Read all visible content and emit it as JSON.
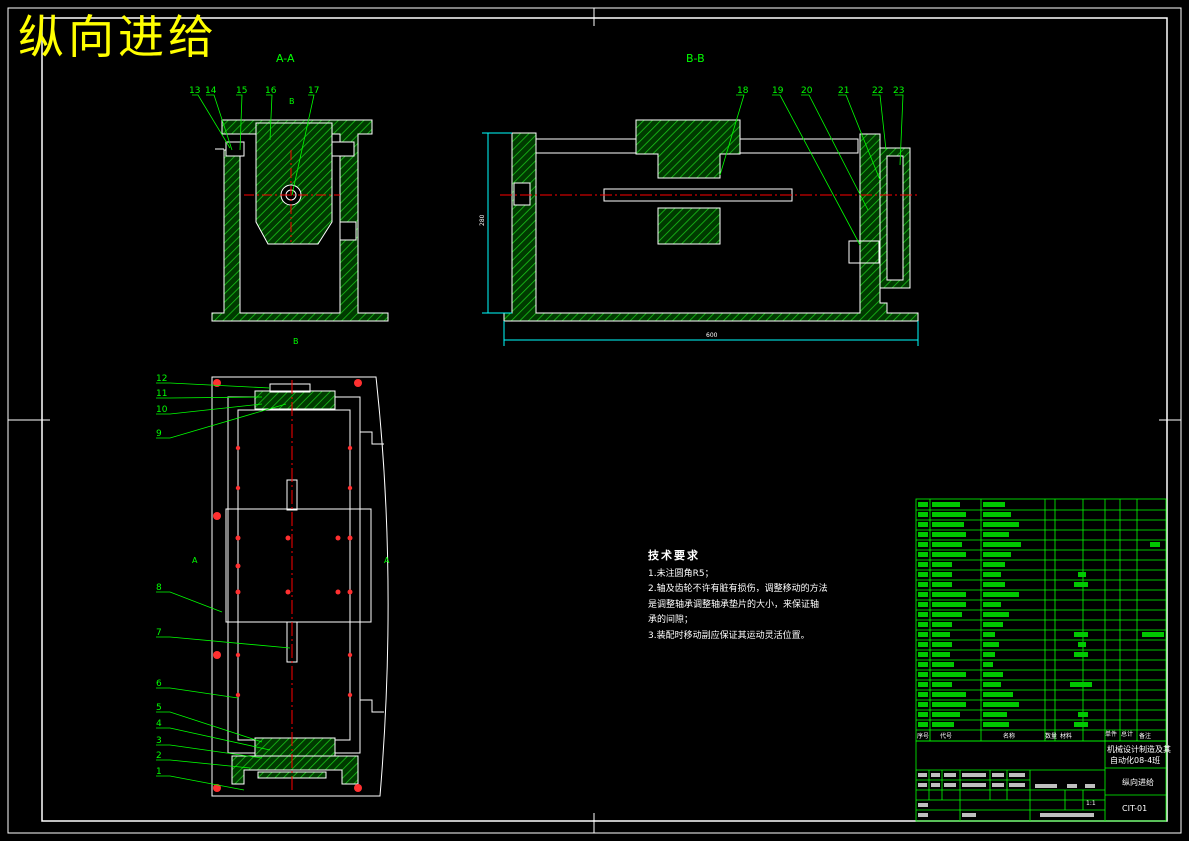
{
  "title": "纵向进给",
  "views": {
    "section_a": "A-A",
    "section_b": "B-B",
    "dir_b_top": "B",
    "dir_b_bottom": "B",
    "dir_a_left": "A",
    "dir_a_right": "A"
  },
  "dims": {
    "height": "280",
    "width": "600"
  },
  "callouts": {
    "aa": [
      "13",
      "14",
      "15",
      "16",
      "17"
    ],
    "bb": [
      "18",
      "19",
      "20",
      "21",
      "22",
      "23"
    ],
    "plan": [
      "12",
      "11",
      "10",
      "9",
      "8",
      "7",
      "6",
      "5",
      "4",
      "3",
      "2",
      "1"
    ]
  },
  "tech_requirements": {
    "heading": "技术要求",
    "lines": [
      "1.未注圆角R5；",
      "2.轴及齿轮不许有脏有损伤，调整移动的方法",
      "是调整轴承调整轴承垫片的大小，来保证轴",
      "承的间隙；",
      "3.装配时移动副应保证其运动灵活位置。"
    ]
  },
  "title_block": {
    "design_title_1": "机械设计制造及其",
    "design_title_2": "自动化08-4班",
    "drawing_name": "纵向进给",
    "drawing_no": "CIT-01",
    "scale": "1:1",
    "headers": [
      "序号",
      "代号",
      "名称",
      "数量",
      "材料",
      "单件",
      "总计",
      "备注"
    ]
  },
  "colors": {
    "background": "#000000",
    "outline": "#ffffff",
    "hatch": "#00c000",
    "center": "#ff0000",
    "dim": "#00ffff",
    "title": "#ffff00",
    "callout": "#00ff00"
  }
}
